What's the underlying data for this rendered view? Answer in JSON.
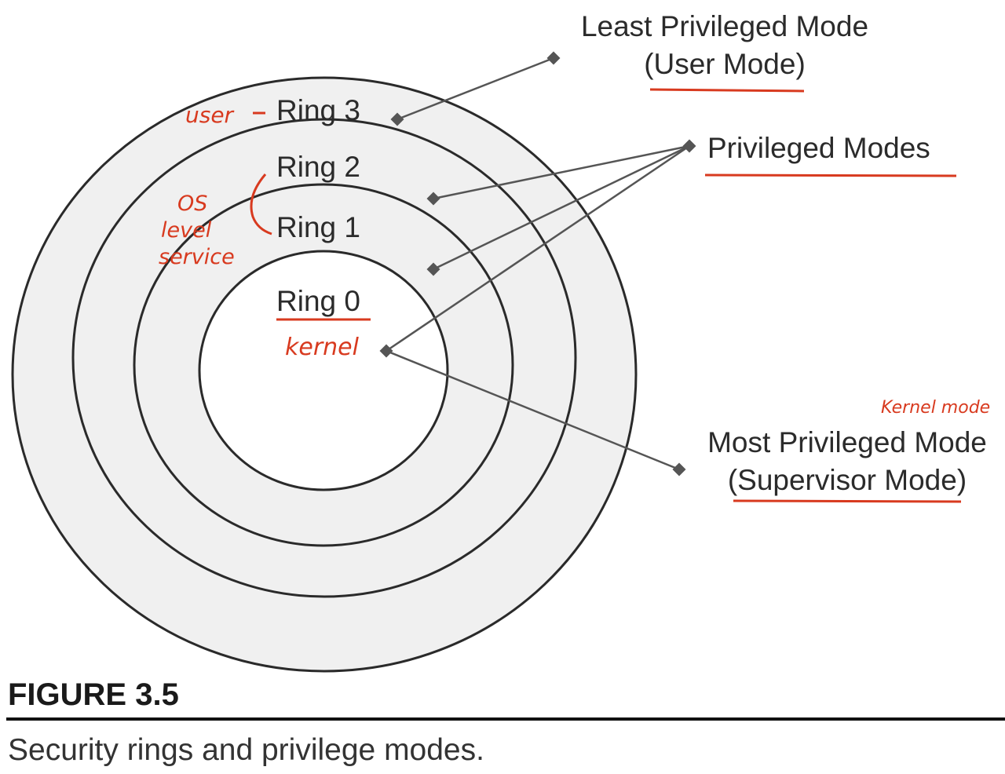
{
  "rings": {
    "ring3": "Ring 3",
    "ring2": "Ring 2",
    "ring1": "Ring 1",
    "ring0": "Ring 0"
  },
  "callouts": {
    "least_line1": "Least Privileged Mode",
    "least_line2": "(User Mode)",
    "privileged": "Privileged Modes",
    "most_line1": "Most Privileged Mode",
    "most_line2": "(Supervisor Mode)"
  },
  "handwritten": {
    "user": "user",
    "os": "OS",
    "level": "level",
    "service": "service",
    "kernel": "kernel",
    "kernel_mode": "Kernel mode"
  },
  "caption": {
    "figure": "FIGURE 3.5",
    "text": "Security rings and privilege modes."
  },
  "colors": {
    "ring_fill": "#f0f0f0",
    "inner_fill": "#ffffff",
    "ring_stroke": "#2a2a2a",
    "annotation": "#d83a1f"
  }
}
